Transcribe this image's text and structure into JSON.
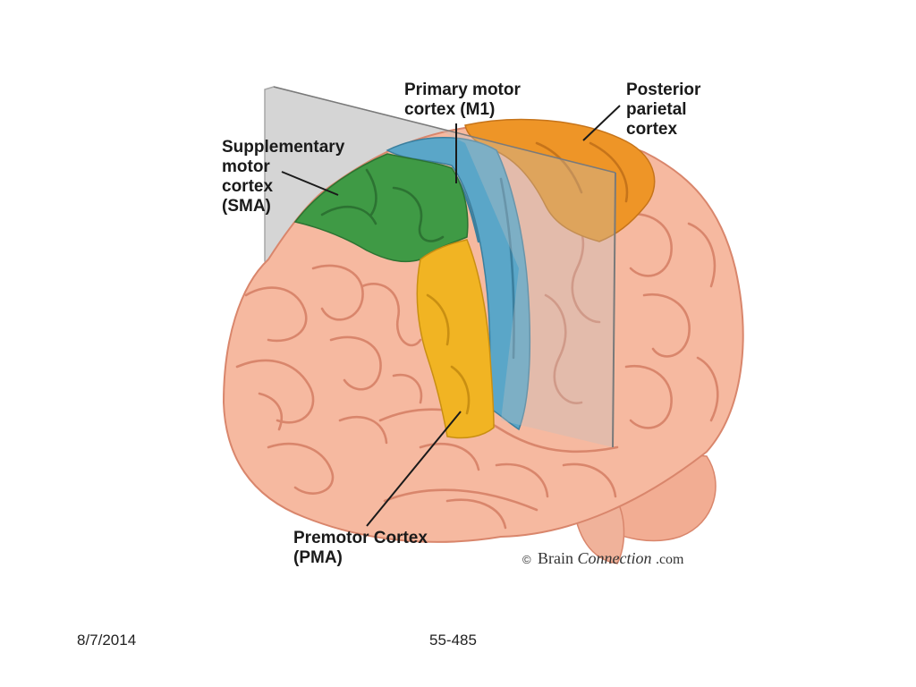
{
  "figure": {
    "labels": {
      "primary_motor": [
        "Primary motor",
        "cortex (M1)"
      ],
      "posterior_parietal": [
        "Posterior",
        "parietal",
        "cortex"
      ],
      "supplementary_motor": [
        "Supplementary",
        "motor",
        "cortex",
        "(SMA)"
      ],
      "premotor": [
        "Premotor Cortex",
        "(PMA)"
      ]
    },
    "credit": {
      "symbol": "©",
      "brain": "Brain",
      "connection": "Connection",
      "suffix": ".com"
    },
    "colors": {
      "cortex": "#f6b9a0",
      "folds": "#d9866c",
      "supplementary_motor": "#3f9a45",
      "primary_motor": "#5aa6c8",
      "premotor": "#f1b423",
      "posterior_parietal": "#ee9527",
      "plane": "#bfbfbf"
    }
  },
  "footer": {
    "date": "8/7/2014",
    "code": "55-485"
  }
}
